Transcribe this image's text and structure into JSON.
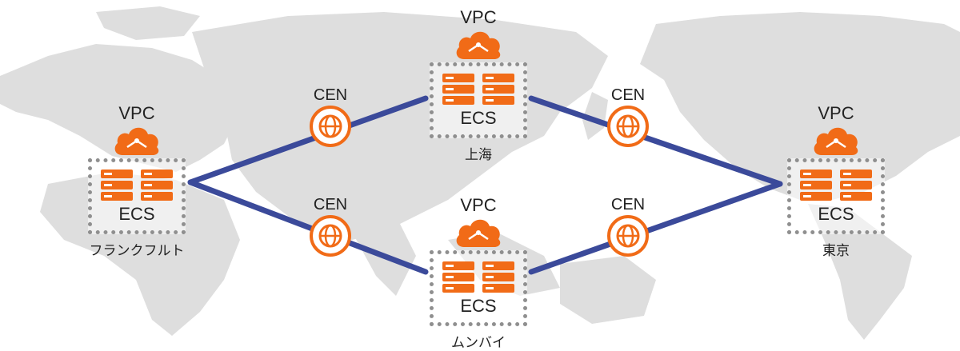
{
  "colors": {
    "accent": "#F16B17",
    "link": "#3B4A9A",
    "map": "#DEDEDE",
    "box_border": "#8F8F8F"
  },
  "nodes": {
    "frankfurt": {
      "vpc": "VPC",
      "ecs": "ECS",
      "city": "フランクフルト"
    },
    "shanghai": {
      "vpc": "VPC",
      "ecs": "ECS",
      "city": "上海"
    },
    "mumbai": {
      "vpc": "VPC",
      "ecs": "ECS",
      "city": "ムンバイ"
    },
    "tokyo": {
      "vpc": "VPC",
      "ecs": "ECS",
      "city": "東京"
    }
  },
  "cen": {
    "top_left": "CEN",
    "bottom_left": "CEN",
    "top_right": "CEN",
    "bottom_right": "CEN"
  },
  "icons": {
    "cloud": "cloud-icon",
    "server": "server-icon",
    "globe": "globe-icon"
  }
}
